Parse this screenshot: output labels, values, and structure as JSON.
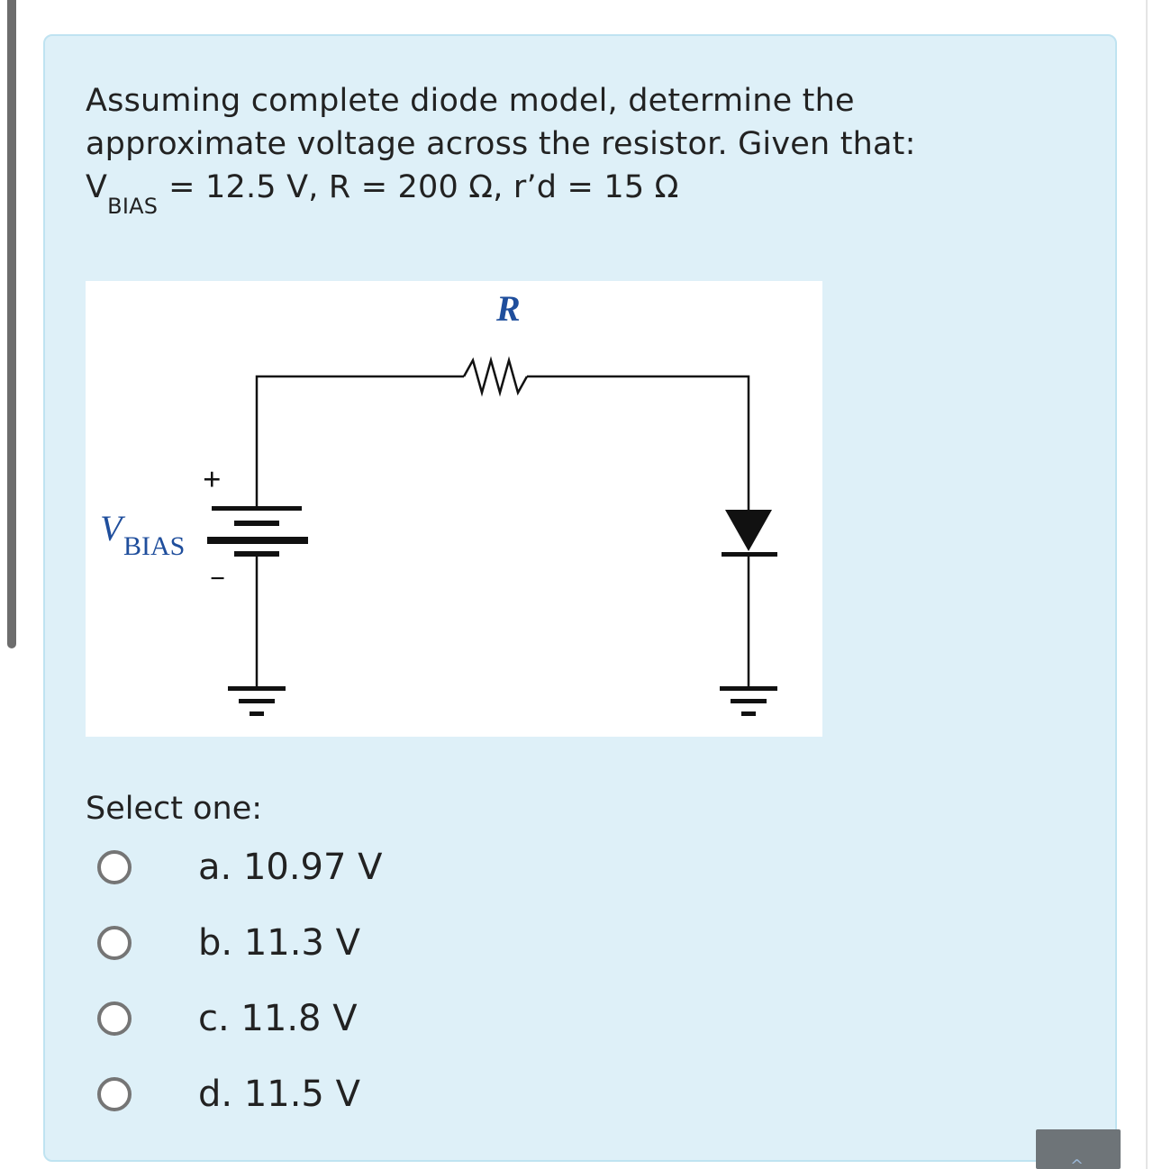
{
  "question": {
    "line1": "Assuming complete diode model, determine the",
    "line2": "approximate voltage across the resistor. Given that:",
    "vbias_symbol": "V",
    "vbias_subscript": "BIAS",
    "line3_rest": "= 12.5 V, R = 200 Ω, r’d = 15 Ω"
  },
  "figure": {
    "resistor_label": "R",
    "source_label_v": "V",
    "source_label_sub": "BIAS",
    "plus_sign": "+",
    "minus_sign": "−",
    "text_color": "#1f4e9c"
  },
  "select_label": "Select one:",
  "options": [
    {
      "label": "a. 10.97 V"
    },
    {
      "label": "b. 11.3 V"
    },
    {
      "label": "c. 11.8 V"
    },
    {
      "label": "d. 11.5 V"
    }
  ],
  "nav_button_icon": "chevron-up-icon"
}
